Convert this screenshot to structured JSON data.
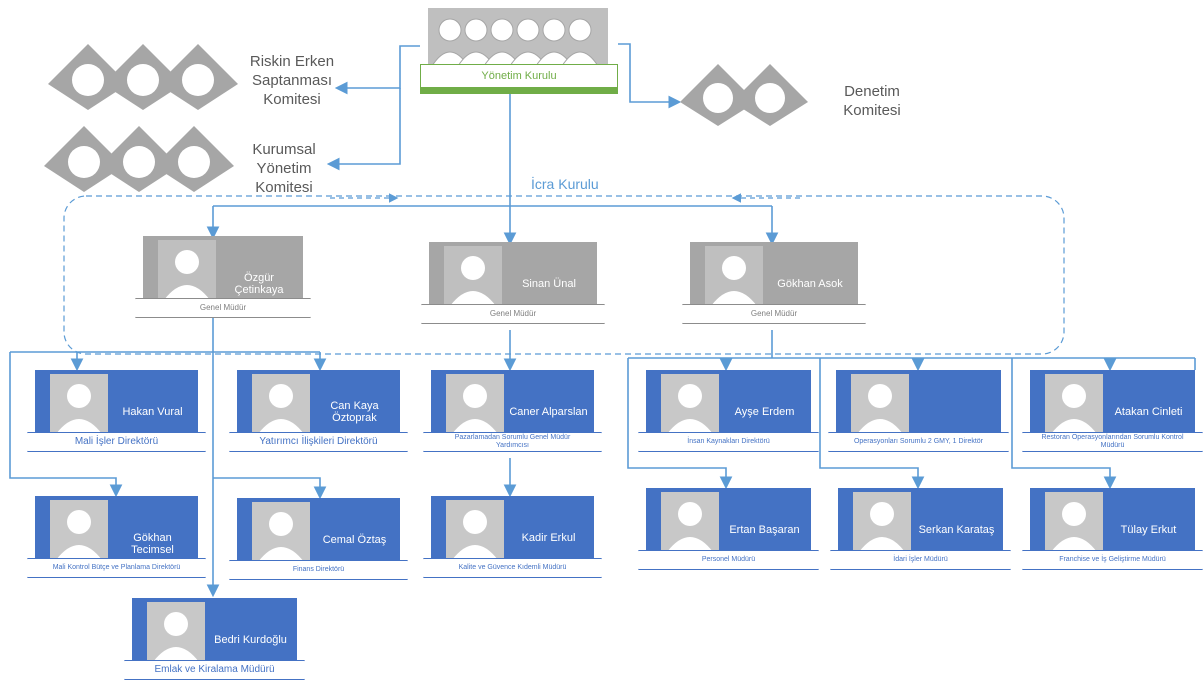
{
  "board": {
    "label": "Yönetim Kurulu"
  },
  "committees": {
    "risk": "Riskin Erken\nSaptanması\nKomitesi",
    "governance": "Kurumsal\nYönetim\nKomitesi",
    "audit": "Denetim\nKomitesi"
  },
  "executive": {
    "label": "İcra Kurulu"
  },
  "managers": [
    {
      "name": "Özgür Çetinkaya",
      "title": "Genel Müdür"
    },
    {
      "name": "Sinan Ünal",
      "title": "Genel Müdür"
    },
    {
      "name": "Gökhan Asok",
      "title": "Genel Müdür"
    }
  ],
  "staff": [
    {
      "name": "Hakan Vural",
      "title": "Mali İşler Direktörü"
    },
    {
      "name": "Can Kaya Öztoprak",
      "title": "Yatırımcı İlişkileri Direktörü"
    },
    {
      "name": "Caner Alparslan",
      "title": "Pazarlamadan Sorumlu  Genel Müdür Yardımcısı"
    },
    {
      "name": "Ayşe Erdem",
      "title": "İnsan Kaynakları Direktörü"
    },
    {
      "name": "",
      "title": "Operasyonları Sorumlu  2 GMY, 1 Direktör"
    },
    {
      "name": "Atakan Cinleti",
      "title": "Restoran Operasyonlarından Sorumlu Kontrol Müdürü"
    },
    {
      "name": "Gökhan Tecimsel",
      "title": "Mali Kontrol Bütçe ve Planlama Direktörü"
    },
    {
      "name": "Cemal Öztaş",
      "title": "Finans Direktörü"
    },
    {
      "name": "Kadir Erkul",
      "title": "Kalite ve Güvence Kıdemli Müdürü"
    },
    {
      "name": "Ertan Başaran",
      "title": "Personel Müdürü"
    },
    {
      "name": "Serkan Karataş",
      "title": "İdari İşler Müdürü"
    },
    {
      "name": "Tülay Erkut",
      "title": "Franchise ve İş Geliştirme Müdürü"
    },
    {
      "name": "Bedri Kurdoğlu",
      "title": "Emlak ve Kiralama Müdürü"
    }
  ]
}
